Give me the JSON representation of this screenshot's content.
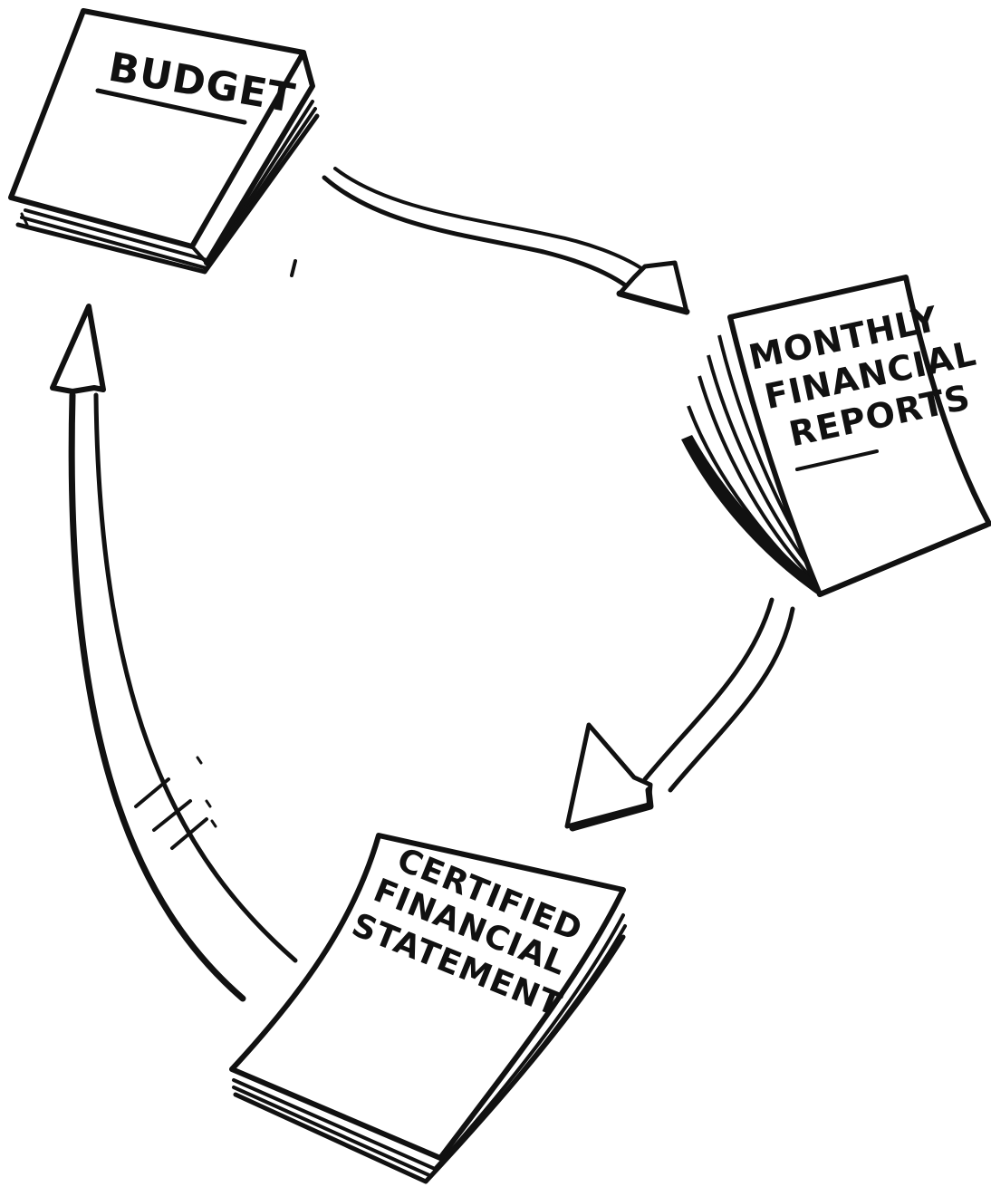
{
  "diagram": {
    "budget": {
      "label": "BUDGET"
    },
    "monthly_reports": {
      "lines": [
        "MONTHLY",
        "FINANCIAL",
        "REPORTS"
      ]
    },
    "certified_statement": {
      "lines": [
        "CERTIFIED",
        "FINANCIAL",
        "STATEMENT"
      ]
    },
    "colors": {
      "ink": "#111111",
      "paper": "#ffffff"
    },
    "icons": [
      "book-icon",
      "document-stack-icon",
      "curved-arrow-icon"
    ]
  }
}
